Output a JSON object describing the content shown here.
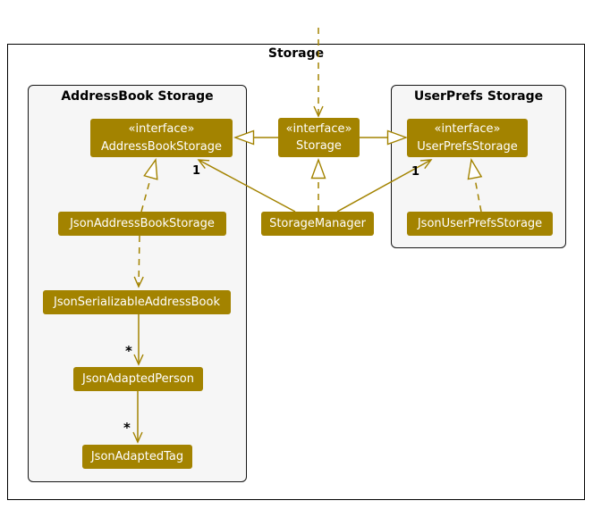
{
  "colors": {
    "accent": "#A38300",
    "node_text": "#FFFFFF",
    "package_fill": "#F6F6F6",
    "frame_border": "#000000"
  },
  "frame": {
    "title": "Storage"
  },
  "packages": {
    "addressbook": {
      "title": "AddressBook Storage"
    },
    "userprefs": {
      "title": "UserPrefs Storage"
    }
  },
  "nodes": {
    "addressbook_storage": {
      "stereotype": "«interface»",
      "name": "AddressBookStorage"
    },
    "storage": {
      "stereotype": "«interface»",
      "name": "Storage"
    },
    "userprefs_storage": {
      "stereotype": "«interface»",
      "name": "UserPrefsStorage"
    },
    "json_addressbook_storage": {
      "name": "JsonAddressBookStorage"
    },
    "storage_manager": {
      "name": "StorageManager"
    },
    "json_userprefs_storage": {
      "name": "JsonUserPrefsStorage"
    },
    "json_serializable_addressbook": {
      "name": "JsonSerializableAddressBook"
    },
    "json_adapted_person": {
      "name": "JsonAdaptedPerson"
    },
    "json_adapted_tag": {
      "name": "JsonAdaptedTag"
    }
  },
  "edge_labels": {
    "storagemanager_to_addressbookstorage": "1",
    "storagemanager_to_userprefsstorage": "1",
    "serializable_to_person": "*",
    "person_to_tag": "*"
  },
  "relations": [
    {
      "from": "external",
      "to": "storage",
      "type": "dashed-dependency-arrow"
    },
    {
      "from": "storage",
      "to": "addressbook_storage",
      "type": "generalization"
    },
    {
      "from": "storage",
      "to": "userprefs_storage",
      "type": "generalization"
    },
    {
      "from": "storage_manager",
      "to": "storage",
      "type": "realization"
    },
    {
      "from": "storage_manager",
      "to": "addressbook_storage",
      "type": "association",
      "multiplicity": "1"
    },
    {
      "from": "storage_manager",
      "to": "userprefs_storage",
      "type": "association",
      "multiplicity": "1"
    },
    {
      "from": "json_addressbook_storage",
      "to": "addressbook_storage",
      "type": "realization"
    },
    {
      "from": "json_userprefs_storage",
      "to": "userprefs_storage",
      "type": "realization"
    },
    {
      "from": "json_addressbook_storage",
      "to": "json_serializable_addressbook",
      "type": "dashed-dependency-arrow"
    },
    {
      "from": "json_serializable_addressbook",
      "to": "json_adapted_person",
      "type": "association",
      "multiplicity": "*"
    },
    {
      "from": "json_adapted_person",
      "to": "json_adapted_tag",
      "type": "association",
      "multiplicity": "*"
    }
  ]
}
